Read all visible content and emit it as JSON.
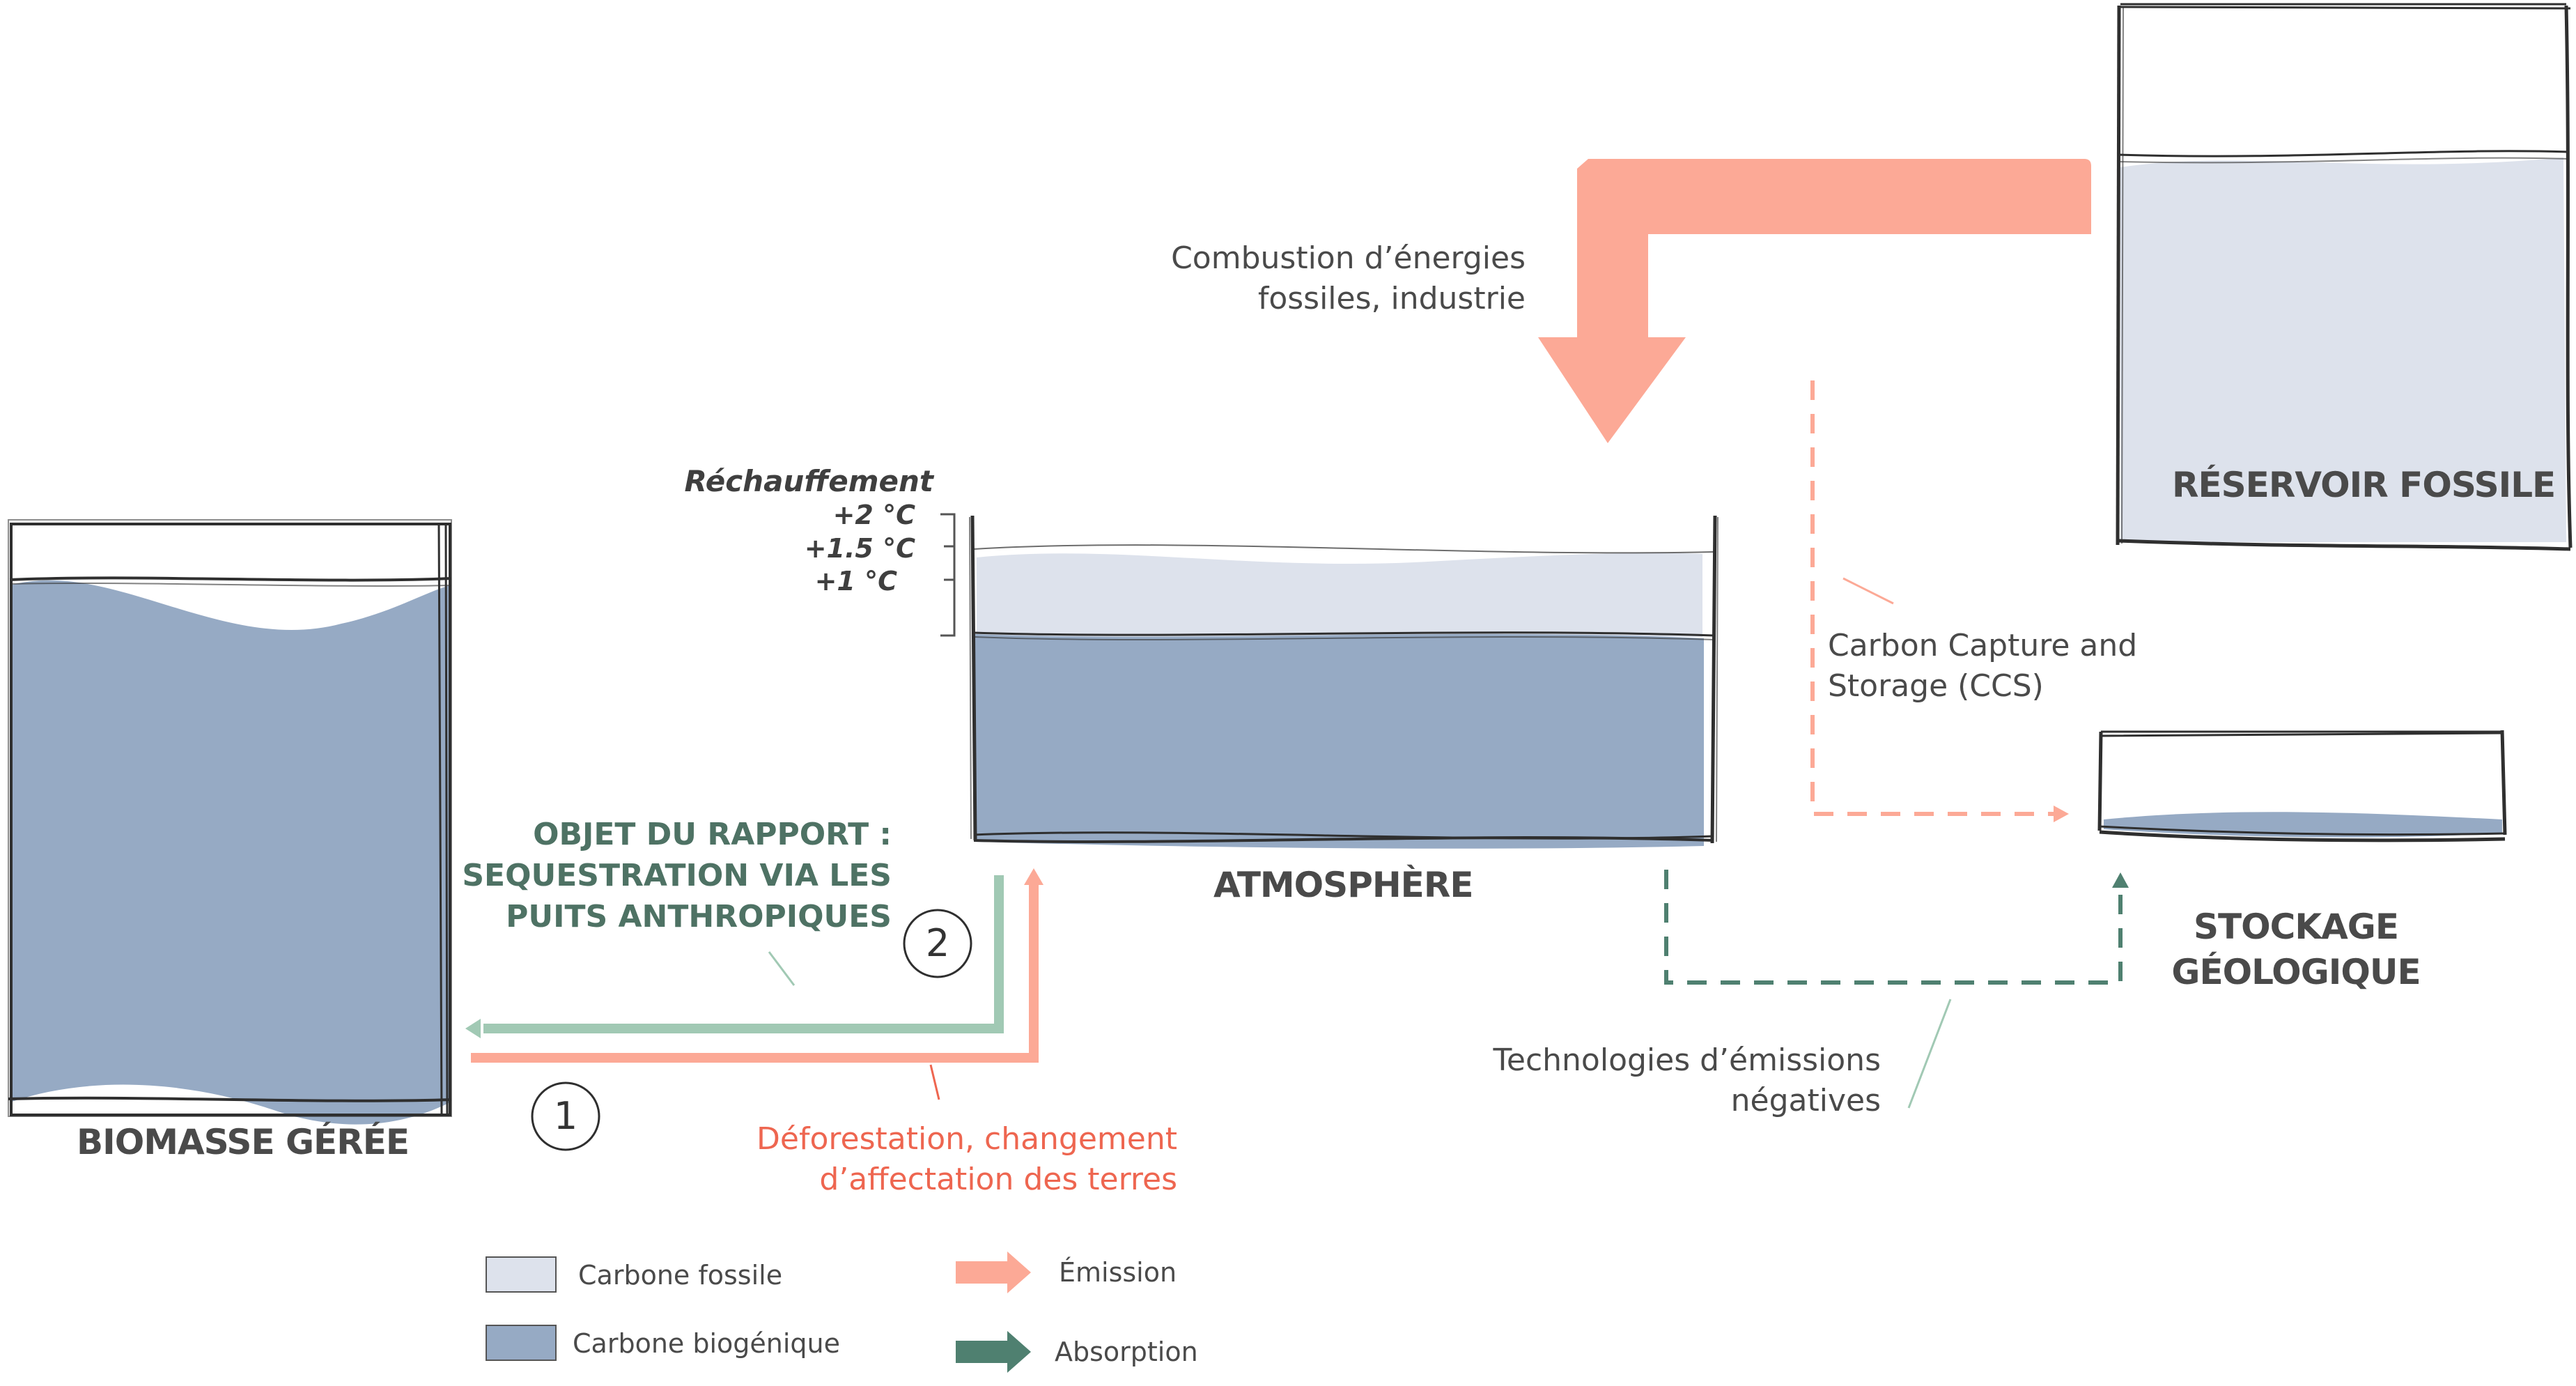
{
  "colors": {
    "fossil": "#dde2ec",
    "biogenic": "#96aac4",
    "emission": "#fca996",
    "absorption": "#a1c9b4",
    "absorption_dark": "#4f8070",
    "rapport_text": "#4e7264",
    "deforestation_text": "#ee6650",
    "outline": "#2f2f2f"
  },
  "reservoirs": {
    "biomasse": "BIOMASSE GÉRÉE",
    "atmosphere": "ATMOSPHÈRE",
    "fossile": "RÉSERVOIR FOSSILE",
    "stockage": [
      "STOCKAGE",
      "GÉOLOGIQUE"
    ]
  },
  "rechauffement": {
    "title": "Réchauffement",
    "levels": [
      "+2 °C",
      "+1.5 °C",
      "+1 °C"
    ]
  },
  "flows": {
    "combustion": [
      "Combustion d’énergies",
      "fossiles, industrie"
    ],
    "ccs": [
      "Carbon Capture and",
      "Storage (CCS)"
    ],
    "negative": [
      "Technologies d’émissions",
      "négatives"
    ],
    "rapport": [
      "OBJET DU RAPPORT :",
      "SEQUESTRATION VIA LES",
      "PUITS ANTHROPIQUES"
    ],
    "deforestation": [
      "Déforestation, changement",
      "d’affectation des terres"
    ]
  },
  "markers": [
    "1",
    "2"
  ],
  "legend": {
    "fossil": "Carbone fossile",
    "biogenic": "Carbone biogénique",
    "emission": "Émission",
    "absorption": "Absorption"
  }
}
